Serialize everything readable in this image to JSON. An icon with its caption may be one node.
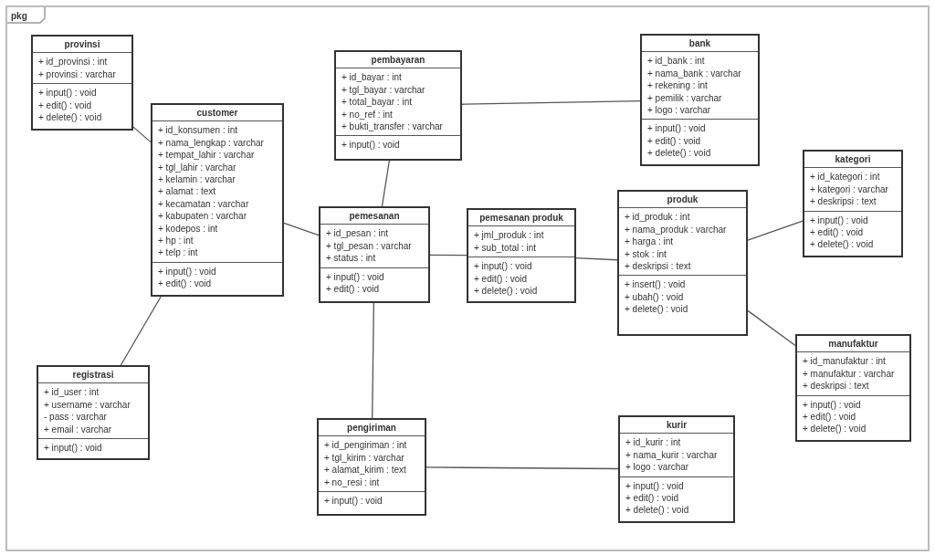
{
  "diagram": {
    "nodes": [
      {
        "text": [
          "pkg"
        ]
      },
      {
        "text": [
          "provinsi",
          "+ id_provinsi : int",
          "+ provinsi : varchar",
          "+ input() : void",
          "+ edit() : void",
          "+ delete() : void"
        ],
        "in": 0
      },
      {
        "text": [
          "pembayaran",
          "+ id_bayar : int",
          "+ tgl_bayar : varchar",
          "+ total_bayar : int",
          "+ no_ref : int",
          "+ bukti_transfer : varchar",
          "+ input() : void"
        ],
        "in": 0
      },
      {
        "text": [
          "bank",
          "+ id_bank : int",
          "+ nama_bank : varchar",
          "+ rekening : int",
          "+ pemilik : varchar",
          "+ logo : varchar",
          "+ input() : void",
          "+ edit() : void",
          "+ delete() : void"
        ],
        "in": 0
      },
      {
        "text": [
          "customer",
          "+ id_konsumen : int",
          "+ nama_lengkap : varchar",
          "+ tempat_lahir : varchar",
          "+ tgl_lahir : varchar",
          "+ kelamin : varchar",
          "+ alamat : text",
          "+ kecamatan : varchar",
          "+ kabupaten : varchar",
          "+ kodepos : int",
          "+ hp : int",
          "+ telp : int",
          "+ input() : void",
          "+ edit() : void"
        ],
        "in": 0
      },
      {
        "text": [
          "kategori",
          "+ id_kategori : int",
          "+ kategori : varchar",
          "+ deskripsi : text",
          "+ input() : void",
          "+ edit() : void",
          "+ delete() : void"
        ],
        "in": 0
      },
      {
        "text": [
          "pemesanan",
          "+ id_pesan : int",
          "+ tgl_pesan : varchar",
          "+ status : int",
          "+ input() : void",
          "+ edit() : void"
        ],
        "in": 0
      },
      {
        "text": [
          "pemesanan produk",
          "+ jml_produk : int",
          "+ sub_total : int",
          "+ input() : void",
          "+ edit() : void",
          "+ delete() : void"
        ],
        "in": 0
      },
      {
        "text": [
          "produk",
          "+ id_produk : int",
          "+ nama_produk : varchar",
          "+ harga : int",
          "+ stok : int",
          "+ deskripsi : text",
          "+ insert() : void",
          "+ ubah() : void",
          "+ delete() : void"
        ],
        "in": 0
      },
      {
        "text": [
          "manufaktur",
          "+ id_manufaktur : int",
          "+ manufaktur : varchar",
          "+ deskripsi : text",
          "+ input() : void",
          "+ edit() : void",
          "+ delete() : void"
        ],
        "in": 0
      },
      {
        "text": [
          "registrasi",
          "+ id_user : int",
          "+ username : varchar",
          "- pass : varchar",
          "+ email : varchar",
          "+ input() : void"
        ],
        "in": 0
      },
      {
        "text": [
          "pengiriman",
          "+ id_pengiriman : int",
          "+ tgl_kirim : varchar",
          "+ alamat_kirim : text",
          "+ no_resi : int",
          "+ input() : void"
        ],
        "in": 0
      },
      {
        "text": [
          "kurir",
          "+ id_kurir : int",
          "+ nama_kurir : varchar",
          "+ logo : varchar",
          "+ input() : void",
          "+ edit() : void",
          "+ delete() : void"
        ],
        "in": 0
      }
    ],
    "edges": [
      {
        "from": 1,
        "to": 4,
        "arrow": "none"
      },
      {
        "from": 4,
        "to": 6,
        "arrow": "none"
      },
      {
        "from": 4,
        "to": 10,
        "arrow": "none"
      },
      {
        "from": 2,
        "to": 6,
        "arrow": "none"
      },
      {
        "from": 2,
        "to": 3,
        "arrow": "none"
      },
      {
        "from": 6,
        "to": 7,
        "arrow": "none"
      },
      {
        "from": 7,
        "to": 8,
        "arrow": "none"
      },
      {
        "from": 8,
        "to": 5,
        "arrow": "none"
      },
      {
        "from": 8,
        "to": 9,
        "arrow": "none"
      },
      {
        "from": 6,
        "to": 11,
        "arrow": "none"
      },
      {
        "from": 11,
        "to": 12,
        "arrow": "none"
      }
    ]
  }
}
